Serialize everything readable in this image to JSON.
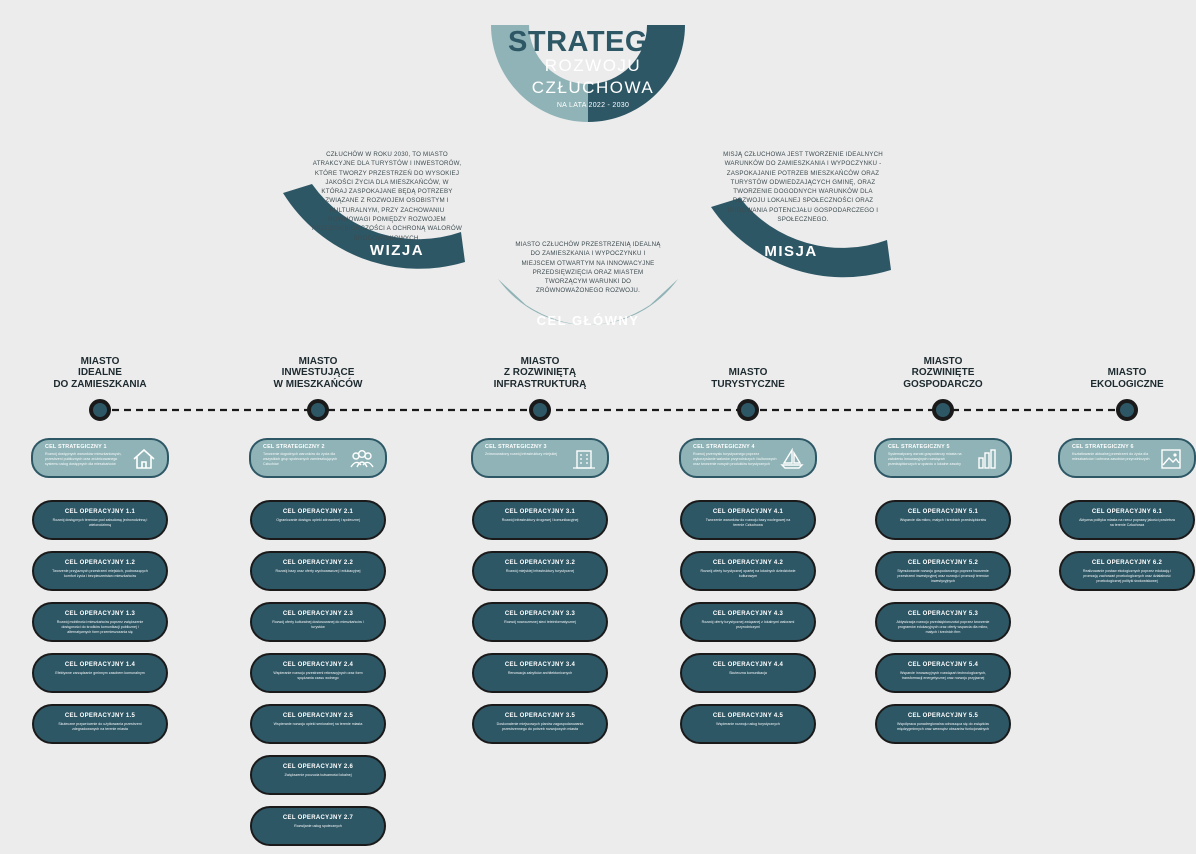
{
  "header": {
    "title": "STRATEGIA",
    "subtitle_1": "ROZWOJU",
    "subtitle_2": "CZŁUCHOWA",
    "years": "NA LATA 2022 - 2030"
  },
  "vision": {
    "label": "WIZJA",
    "text": "CZŁUCHÓW W ROKU 2030, TO MIASTO ATRAKCYJNE DLA TURYSTÓW I INWESTORÓW, KTÓRE TWORZY PRZESTRZEŃ DO WYSOKIEJ JAKOŚCI ŻYCIA DLA MIESZKAŃCÓW, W KTÓRAJ ZASPOKAJANE BĘDĄ POTRZEBY ZWIĄZANE Z ROZWOJEM OSOBISTYM I KULTURALNYM, PRZY ZACHOWANIU RÓWNOWAGI POMIĘDZY ROZWOJEM PRZEDSIĘBIORCZOŚCI A OCHRONĄ WALORÓW ŚRODOWISKOWYCH."
  },
  "mission": {
    "label": "MISJA",
    "text": "MISJĄ CZŁUCHOWA JEST TWORZENIE IDEALNYCH WARUNKÓW DO ZAMIESZKANIA I WYPOCZYNKU - ZASPOKAJANIE POTRZEB MIESZKAŃCÓW ORAZ TURYSTÓW ODWIEDZAJĄCYCH GMINĘ, ORAZ TWORZENIE DOGODNYCH WARUNKÓW DLA ROZWOJU LOKALNEJ SPOŁECZNOŚCI ORAZ BUDOWANIA POTENCJAŁU GOSPODARCZEGO I SPOŁECZNEGO."
  },
  "main_goal": {
    "label": "CEL GŁÓWNY",
    "text": "MIASTO CZŁUCHÓW PRZESTRZENIĄ IDEALNĄ DO ZAMIESZKANIA I WYPOCZYNKU I MIEJSCEM OTWARTYM NA INNOWACYJNE PRZEDSIĘWZIĘCIA ORAZ MIASTEM TWORZĄCYM WARUNKI DO ZRÓWNOWAŻONEGO ROZWOJU."
  },
  "colors": {
    "primary": "#2e5766",
    "light": "#8fb3b6",
    "background": "#ececec",
    "text_dark": "#1d2a2f"
  },
  "pillars": [
    {
      "title": [
        "MIASTO",
        "IDEALNE",
        "DO ZAMIESZKANIA"
      ],
      "strategic": {
        "label": "CEL STRATEGICZNY 1",
        "desc": "Rozwój dostępnych warunków mieszkaniowych, przestrzeni publicznych oraz zróżnicowanego systemu usług dostępnych dla mieszkańców",
        "icon": "house-icon"
      },
      "operational": [
        {
          "label": "CEL OPERACYJNY 1.1",
          "desc": "Rozwój dostępnych terenów pod zabudowę jednorodzinną i wielorodzinną"
        },
        {
          "label": "CEL OPERACYJNY 1.2",
          "desc": "Tworzenie przyjaznych przestrzeni miejskich, podnoszących komfort życia i bezpieczeństwo mieszkańców"
        },
        {
          "label": "CEL OPERACYJNY 1.3",
          "desc": "Rozwój mobilności mieszkańców poprzez zwiększenie dostępności do środków komunikacji publicznej i alternatywnych form przemieszczania się"
        },
        {
          "label": "CEL OPERACYJNY 1.4",
          "desc": "Efektywne zarządzanie gminnym zasobem komunalnym"
        },
        {
          "label": "CEL OPERACYJNY 1.5",
          "desc": "Skuteczne przywrócenie do użytkowania przestrzeni zdegradowanych na terenie miasta"
        }
      ]
    },
    {
      "title": [
        "MIASTO",
        "INWESTUJĄCE",
        "W MIESZKAŃCÓW"
      ],
      "strategic": {
        "label": "CEL STRATEGICZNY 2",
        "desc": "Tworzenie dogodnych warunków do życia dla wszystkich grup społecznych zamieszkujących Człuchów",
        "icon": "people-icon"
      },
      "operational": [
        {
          "label": "CEL OPERACYJNY 2.1",
          "desc": "Ograniczanie dostępu opieki zdrowotnej i społecznej"
        },
        {
          "label": "CEL OPERACYJNY 2.2",
          "desc": "Rozwój bazy oraz oferty wychowawczej i edukacyjnej"
        },
        {
          "label": "CEL OPERACYJNY 2.3",
          "desc": "Rozwój oferty kulturalnej dostosowanej do mieszkańców i turystów"
        },
        {
          "label": "CEL OPERACYJNY 2.4",
          "desc": "Wspieranie rozwoju przestrzeni rekreacyjnych oraz form spędzania czasu wolnego"
        },
        {
          "label": "CEL OPERACYJNY 2.5",
          "desc": "Wspieranie rozwoju opieki senioralnej na terenie miasta"
        },
        {
          "label": "CEL OPERACYJNY 2.6",
          "desc": "Zwiększenie poczucia tożsamości lokalnej"
        },
        {
          "label": "CEL OPERACYJNY 2.7",
          "desc": "Rozwijanie usług społecznych"
        }
      ]
    },
    {
      "title": [
        "MIASTO",
        "Z ROZWINIĘTĄ",
        "INFRASTRUKTURĄ"
      ],
      "strategic": {
        "label": "CEL STRATEGICZNY 3",
        "desc": "Zrównoważony rozwój infrastruktury miejskiej",
        "icon": "building-icon"
      },
      "operational": [
        {
          "label": "CEL OPERACYJNY 3.1",
          "desc": "Rozwój infrastruktury drogowej i komunikacyjnej"
        },
        {
          "label": "CEL OPERACYJNY 3.2",
          "desc": "Rozwój miejskiej infrastruktury turystycznej"
        },
        {
          "label": "CEL OPERACYJNY 3.3",
          "desc": "Rozwój nowoczesnej sieci teleinformatycznej"
        },
        {
          "label": "CEL OPERACYJNY 3.4",
          "desc": "Renowacja zabytków architektonicznych"
        },
        {
          "label": "CEL OPERACYJNY 3.5",
          "desc": "Doskonalenie miejscowych planów zagospodarowania przestrzennego do potrzeb rozwojowych miasta"
        }
      ]
    },
    {
      "title": [
        "MIASTO",
        "TURYSTYCZNE"
      ],
      "strategic": {
        "label": "CEL STRATEGICZNY 4",
        "desc": "Rozwój przemysłu turystycznego poprzez wykorzystanie walorów przyrodniczych i kulturowych oraz tworzenie nowych produktów turystycznych",
        "icon": "sailboat-icon"
      },
      "operational": [
        {
          "label": "CEL OPERACYJNY 4.1",
          "desc": "Tworzenie warunków do rozwoju bazy noclegowej na terenie Człuchowa"
        },
        {
          "label": "CEL OPERACYJNY 4.2",
          "desc": "Rozwój oferty turystycznej opartej na lokalnych dziedzictwie kulturowym"
        },
        {
          "label": "CEL OPERACYJNY 4.3",
          "desc": "Rozwój oferty turystycznej związanej z lokalnymi walorami przyrodniczymi"
        },
        {
          "label": "CEL OPERACYJNY 4.4",
          "desc": "Skuteczna komunikacja"
        },
        {
          "label": "CEL OPERACYJNY 4.5",
          "desc": "Wspieranie rozwoju usług turystycznych"
        }
      ]
    },
    {
      "title": [
        "MIASTO",
        "ROZWINIĘTE",
        "GOSPODARCZO"
      ],
      "strategic": {
        "label": "CEL STRATEGICZNY 5",
        "desc": "Systematyczny wzrost gospodarczy miasta na założeniu innowacyjnych rozwiązań przedsiębiorczych w oparciu o lokalne zasoby",
        "icon": "bar-chart-icon"
      },
      "operational": [
        {
          "label": "CEL OPERACYJNY 5.1",
          "desc": "Wsparcie dla mikro, małych i średnich przedsiębiorstw"
        },
        {
          "label": "CEL OPERACYJNY 5.2",
          "desc": "Stymulowanie rozwoju gospodarczego poprzez tworzenie przestrzeni inwestycyjnej oraz rozwoju i promocji terenów inwestycyjnych"
        },
        {
          "label": "CEL OPERACYJNY 5.3",
          "desc": "Aktywizacja rozwoju przedsiębiorczości poprzez tworzenie programów edukacyjnych oraz oferty wsparcia dla mikro, małych i średnich firm"
        },
        {
          "label": "CEL OPERACYJNY 5.4",
          "desc": "Wsparcie innowacyjnych rozwiązań technologicznych, transformacji energetycznej oraz rozwoju przyjaznej"
        },
        {
          "label": "CEL OPERACYJNY 5.5",
          "desc": "Współpraca ponadregionalna odnosząca się do związków międzygminnych oraz wewnątrz obszarów funkcjonalnych"
        }
      ]
    },
    {
      "title": [
        "MIASTO",
        "EKOLOGICZNE"
      ],
      "strategic": {
        "label": "CEL STRATEGICZNY 6",
        "desc": "Kształtowanie aktualnej przestrzeni do życia dla mieszkańców i ochrona zasobów przyrodniczych",
        "icon": "landscape-picture-icon"
      },
      "operational": [
        {
          "label": "CEL OPERACYJNY 6.1",
          "desc": "Aktywna polityka miasta na rzecz poprawy jakości powietrza na terenie Człuchowa"
        },
        {
          "label": "CEL OPERACYJNY 6.2",
          "desc": "Realizowanie postaw ekologicznych poprzez edukację i promocję zachowań proekologicznych oraz działalność proekologicznej polityki środowiskowej"
        }
      ]
    }
  ]
}
